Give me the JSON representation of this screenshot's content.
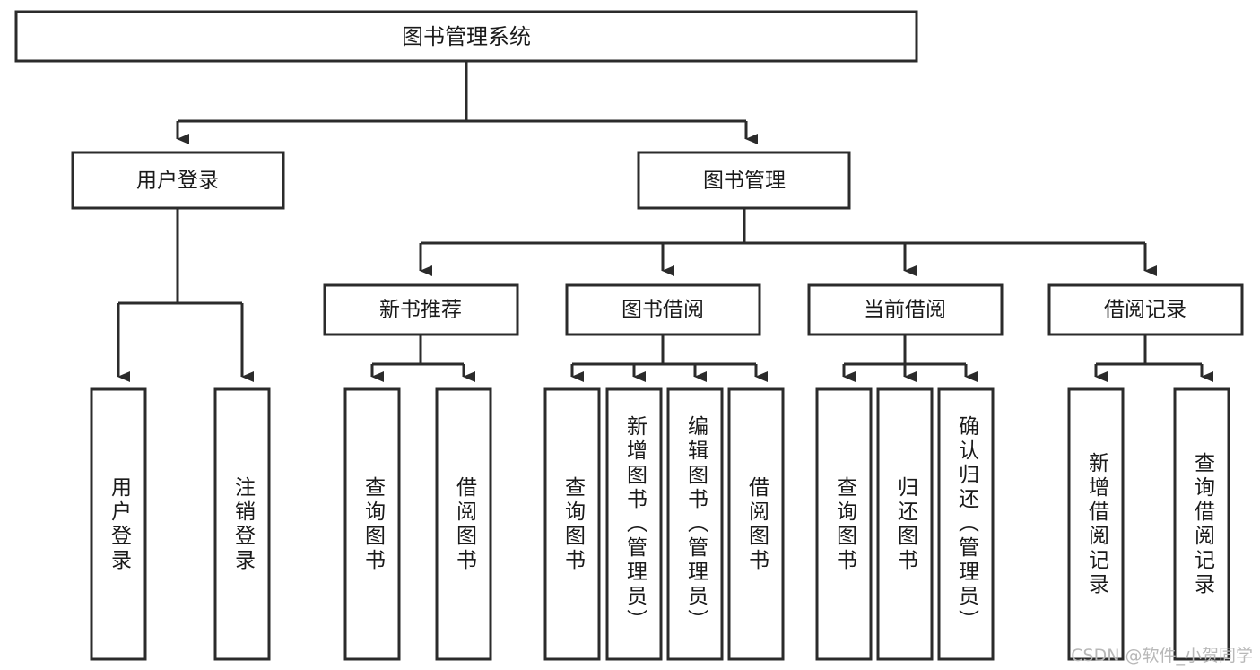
{
  "diagram": {
    "title": "图书管理系统",
    "type": "hierarchy-tree",
    "watermark": "CSDN @软件_小贺同学",
    "colors": {
      "stroke": "#2b2b2b",
      "fill": "#ffffff",
      "text": "#1a1a1a",
      "watermark": "#b8b8b8",
      "background": "#ffffff"
    },
    "root": {
      "label": "图书管理系统"
    },
    "level2": [
      {
        "label": "用户登录"
      },
      {
        "label": "图书管理"
      }
    ],
    "level3": [
      {
        "label": "新书推荐"
      },
      {
        "label": "图书借阅"
      },
      {
        "label": "当前借阅"
      },
      {
        "label": "借阅记录"
      }
    ],
    "leaves": {
      "user_login": [
        {
          "label": "用户登录"
        },
        {
          "label": "注销登录"
        }
      ],
      "new_book_recommend": [
        {
          "label": "查询图书"
        },
        {
          "label": "借阅图书"
        }
      ],
      "book_borrow": [
        {
          "label": "查询图书"
        },
        {
          "label": "新增图书（管理员）"
        },
        {
          "label": "编辑图书（管理员）"
        },
        {
          "label": "借阅图书"
        }
      ],
      "current_borrow": [
        {
          "label": "查询图书"
        },
        {
          "label": "归还图书"
        },
        {
          "label": "确认归还（管理员）"
        }
      ],
      "borrow_records": [
        {
          "label": "新增借阅记录"
        },
        {
          "label": "查询借阅记录"
        }
      ]
    }
  }
}
